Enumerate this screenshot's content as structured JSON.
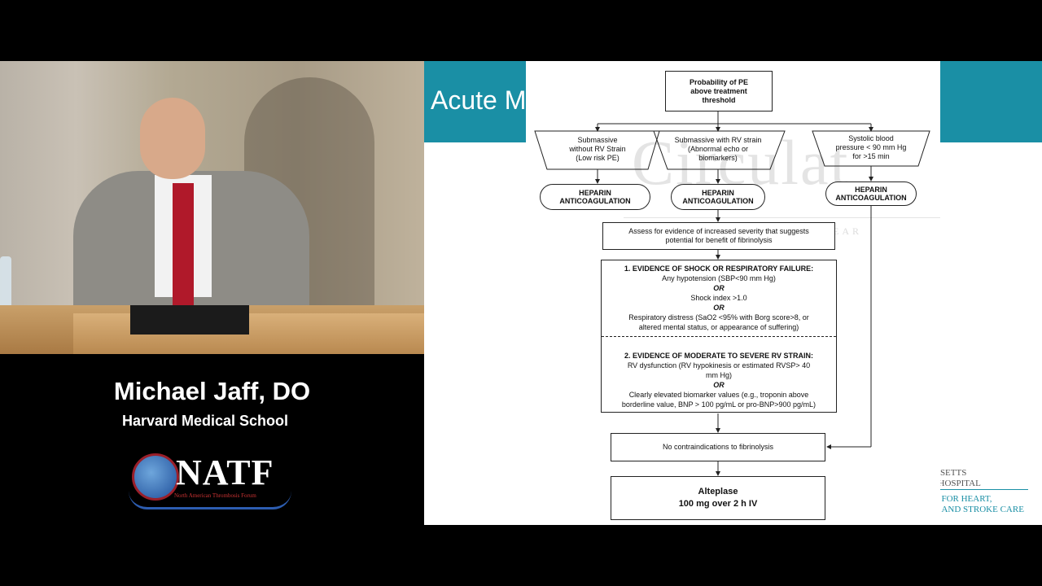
{
  "speaker": {
    "name": "Michael Jaff, DO",
    "affiliation": "Harvard Medical School"
  },
  "logo": {
    "text": "NATF",
    "subtext": "North American Thrombosis Forum"
  },
  "slide": {
    "title": "Acute M",
    "watermark": "Circulat",
    "watermark_sub": "RICAN HEAR",
    "brand_line1": "USETTS",
    "brand_line2": ". HOSPITAL",
    "brand_line3": "E FOR HEART,",
    "brand_line4": "R AND STROKE CARE",
    "colors": {
      "teal": "#1a8fa5"
    }
  },
  "flowchart": {
    "top": [
      "Probability of PE",
      "above treatment",
      "threshold"
    ],
    "branch1": [
      "Submassive",
      "without RV Strain",
      "(Low risk PE)"
    ],
    "branch2": [
      "Submassive with RV strain",
      "(Abnormal echo or",
      "biomarkers)"
    ],
    "branch3": [
      "Systolic blood",
      "pressure < 90 mm Hg",
      "for >15 min"
    ],
    "heparin": [
      "HEPARIN",
      "ANTICOAGULATION"
    ],
    "assess": [
      "Assess for evidence of increased severity that suggests",
      "potential for benefit of fibrinolysis"
    ],
    "sec1": {
      "heading": "1. EVIDENCE OF SHOCK OR RESPIRATORY FAILURE:",
      "line1": "Any hypotension (SBP<90 mm Hg)",
      "or1": "OR",
      "line2": "Shock index >1.0",
      "or2": "OR",
      "line3": "Respiratory distress (SaO2 <95% with Borg score>8, or",
      "line4": "altered mental status, or appearance of suffering)"
    },
    "sec2": {
      "heading": "2. EVIDENCE OF MODERATE TO SEVERE RV STRAIN:",
      "line1": "RV dysfunction  (RV hypokinesis or estimated RVSP> 40",
      "line2": "mm Hg)",
      "or1": "OR",
      "line3": "Clearly elevated biomarker values (e.g., troponin above",
      "line4": "borderline value, BNP > 100 pg/mL or pro-BNP>900 pg/mL)"
    },
    "no_contra": "No contraindications to fibrinolysis",
    "alteplase": [
      "Alteplase",
      "100 mg over 2 h  IV"
    ]
  }
}
